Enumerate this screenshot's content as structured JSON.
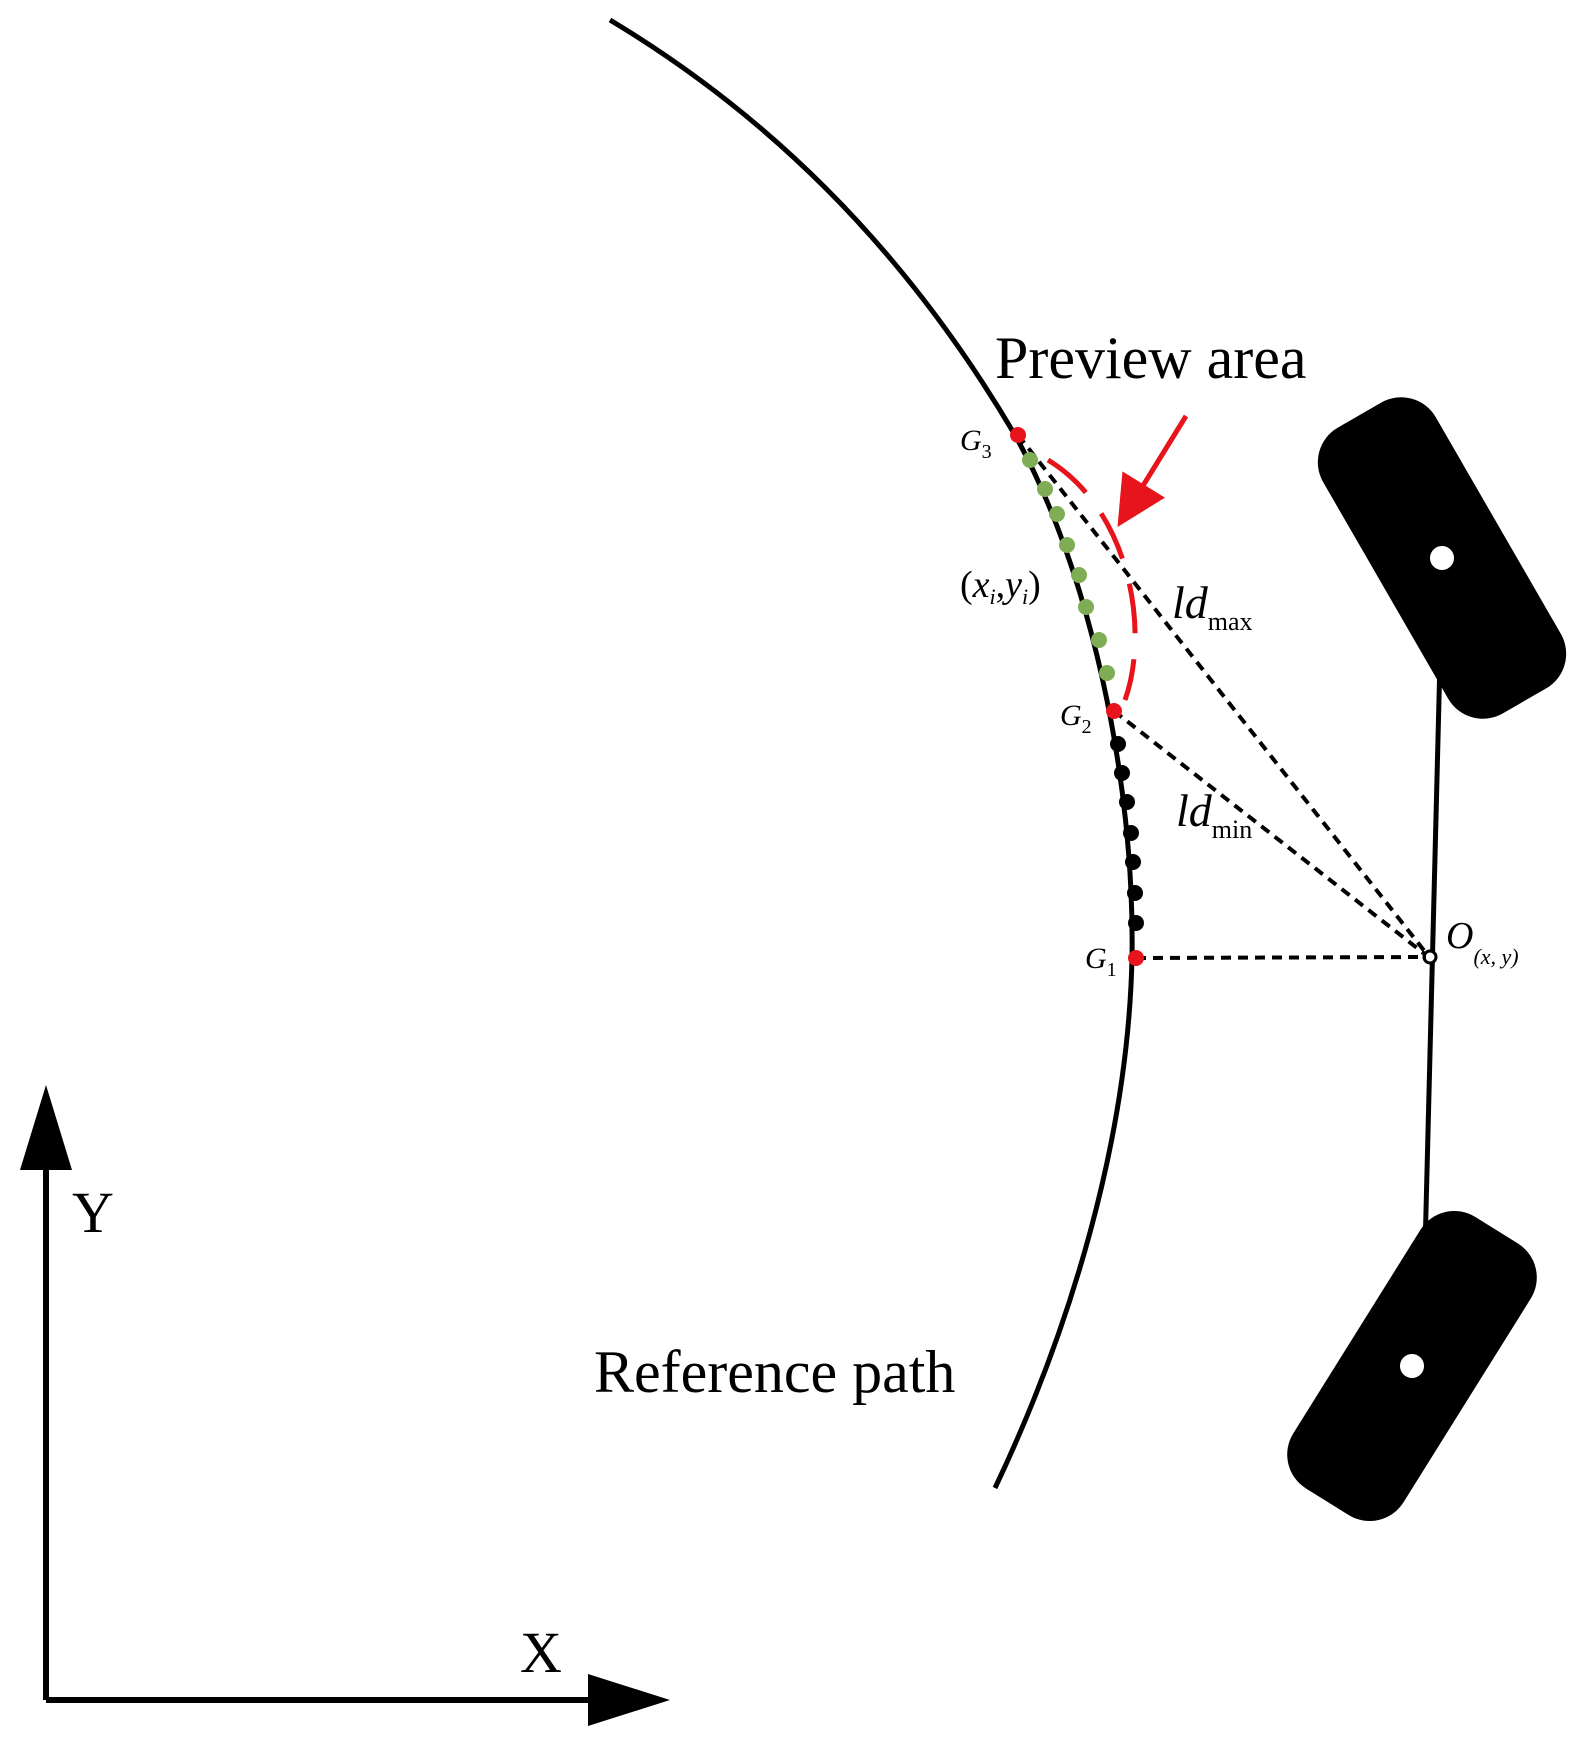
{
  "colors": {
    "path": "#000000",
    "preview_marker": "#e8141c",
    "preview_points": "#7fad55",
    "sample_points": "#000000",
    "vehicle": "#000000"
  },
  "labels": {
    "preview_area": "Preview area",
    "reference_path": "Reference path",
    "axis_x": "X",
    "axis_y": "Y",
    "g1": {
      "base": "G",
      "sub": "1"
    },
    "g2": {
      "base": "G",
      "sub": "2"
    },
    "g3": {
      "base": "G",
      "sub": "3"
    },
    "point_i": {
      "open": "(",
      "x": "x",
      "xi": "i",
      "comma": ",",
      "y": "y",
      "yi": "i",
      "close": ")"
    },
    "ld_max": {
      "base": "ld",
      "sub": "max"
    },
    "ld_min": {
      "base": "ld",
      "sub": "min"
    },
    "origin": {
      "base": "O",
      "sub": "(x, y)"
    }
  }
}
